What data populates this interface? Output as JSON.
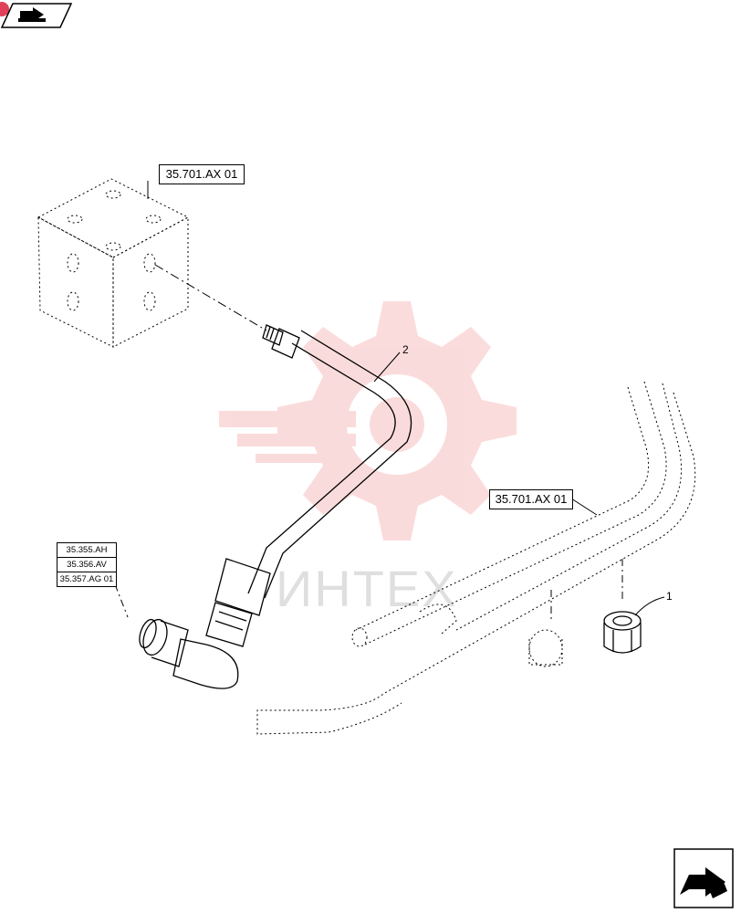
{
  "references": {
    "top_block": "35.701.AX 01",
    "middle_tube": "35.701.AX 01",
    "fitting_stack": [
      "35.355.AH",
      "35.356.AV",
      "35.357.AG 01"
    ]
  },
  "callouts": {
    "tube_item": "2",
    "nut_item": "1"
  },
  "watermark": {
    "text": "ИНТЕХ",
    "color": "#f5a0a0"
  },
  "icons": {
    "top_left": "previous-page-icon",
    "bottom_right": "next-page-icon"
  }
}
